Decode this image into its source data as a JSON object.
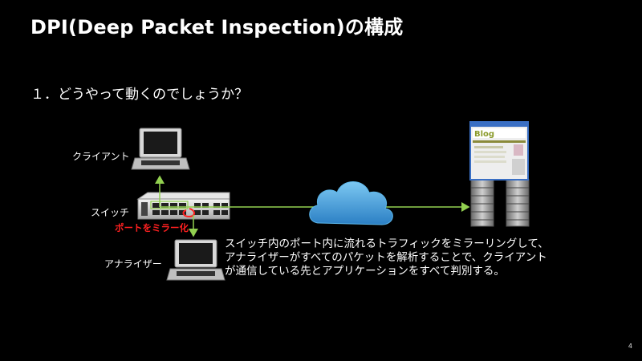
{
  "slide": {
    "title": "DPI(Deep Packet Inspection)の構成",
    "subtitle": "１．どうやって動くのでしょうか？",
    "page_number": "4"
  },
  "diagram": {
    "client_label": "クライアント",
    "switch_label": "スイッチ",
    "mirror_label": "ポートをミラー化",
    "analyzer_label": "アナライザー",
    "server_browser_title": "Blog",
    "description_lines": [
      "スイッチ内のポート内に流れるトラフィックをミラーリングして、",
      "アナライザーがすべてのパケットを解析することで、クライアント",
      "が通信している先とアプリケーションをすべて判別する。"
    ],
    "colors": {
      "arrow": "#92d050",
      "mirror_text": "#ff2020",
      "cloud": "#3ea0e0"
    }
  }
}
